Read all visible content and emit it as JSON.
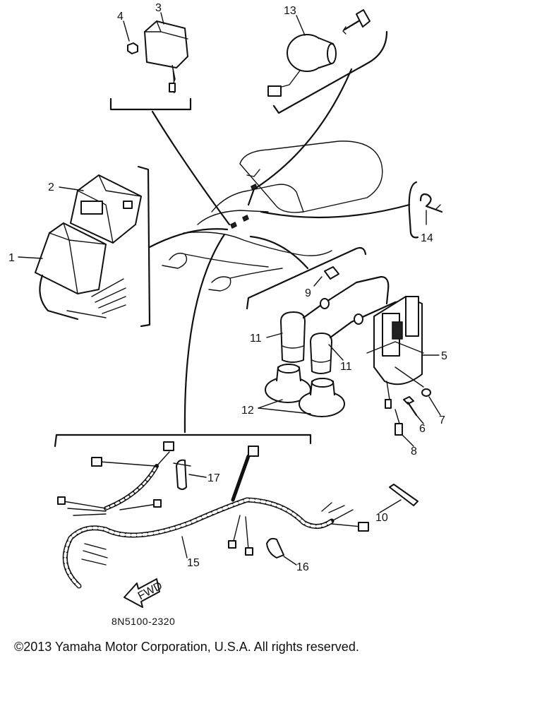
{
  "diagram": {
    "part_code": "8N5100-2320",
    "copyright": "©2013 Yamaha Motor Corporation, U.S.A. All rights reserved.",
    "fwd_label": "FWD",
    "callouts": [
      "1",
      "2",
      "3",
      "4",
      "5",
      "6",
      "7",
      "8",
      "9",
      "10",
      "11",
      "11",
      "12",
      "13",
      "14",
      "15",
      "16",
      "17"
    ]
  }
}
